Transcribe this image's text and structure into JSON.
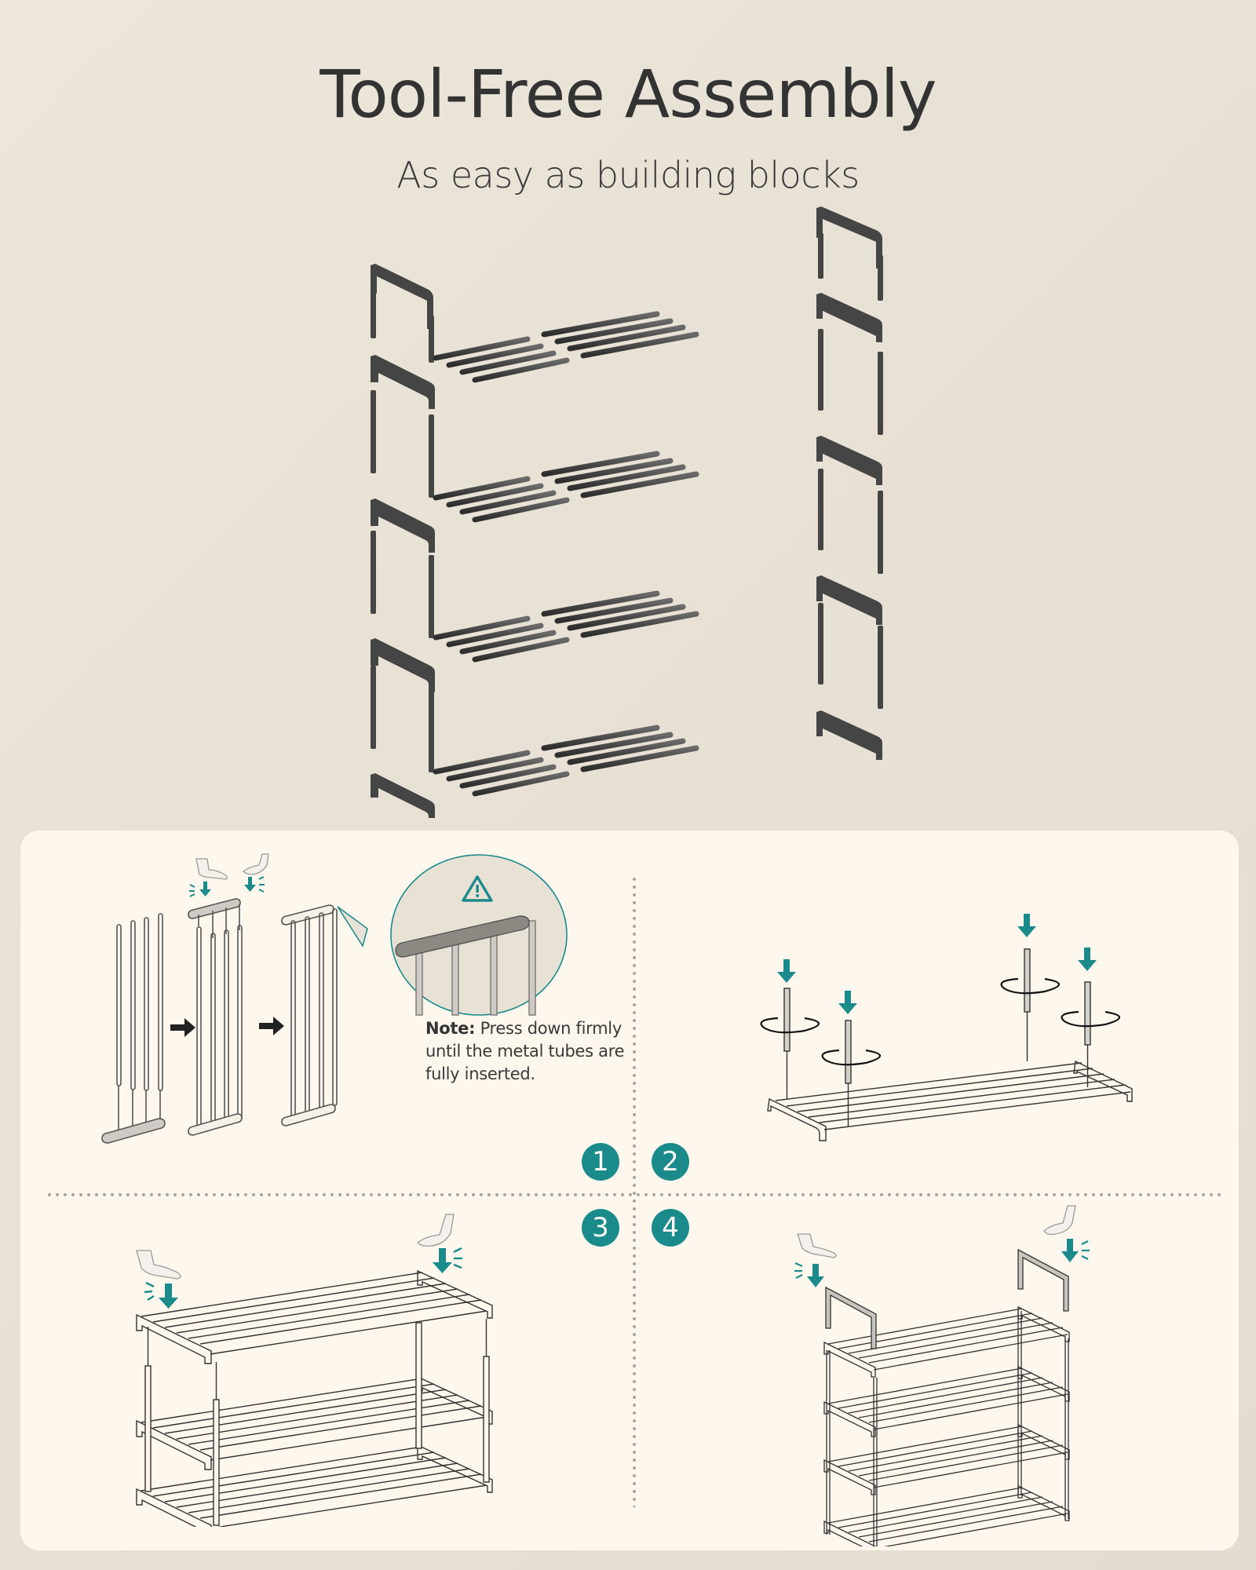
{
  "header": {
    "title": "Tool-Free Assembly",
    "subtitle": "As easy as building blocks"
  },
  "colors": {
    "background": "#e9e3d8",
    "card": "#fdf7ee",
    "accent_teal": "#1a8a8a",
    "part_dark": "#4a4a4a",
    "text": "#333333",
    "divider": "#a8a39c"
  },
  "hero": {
    "description": "exploded-view-4-tier-shoe-rack",
    "tiers": 4,
    "tubes_per_tier": 8
  },
  "steps": [
    {
      "number": "1",
      "description": "assemble-side-frame-press-connectors"
    },
    {
      "number": "2",
      "description": "insert-and-twist-posts-into-shelf"
    },
    {
      "number": "3",
      "description": "stack-shelves-press-down"
    },
    {
      "number": "4",
      "description": "attach-top-handles-press-down"
    }
  ],
  "note": {
    "label": "Note:",
    "text": " Press down firmly until the metal tubes are fully inserted.",
    "icon": "warning-icon"
  },
  "icons": {
    "arrow": "right-arrow-icon",
    "press": "hand-press-icon",
    "down": "down-arrow-icon",
    "rotate": "rotate-icon"
  }
}
